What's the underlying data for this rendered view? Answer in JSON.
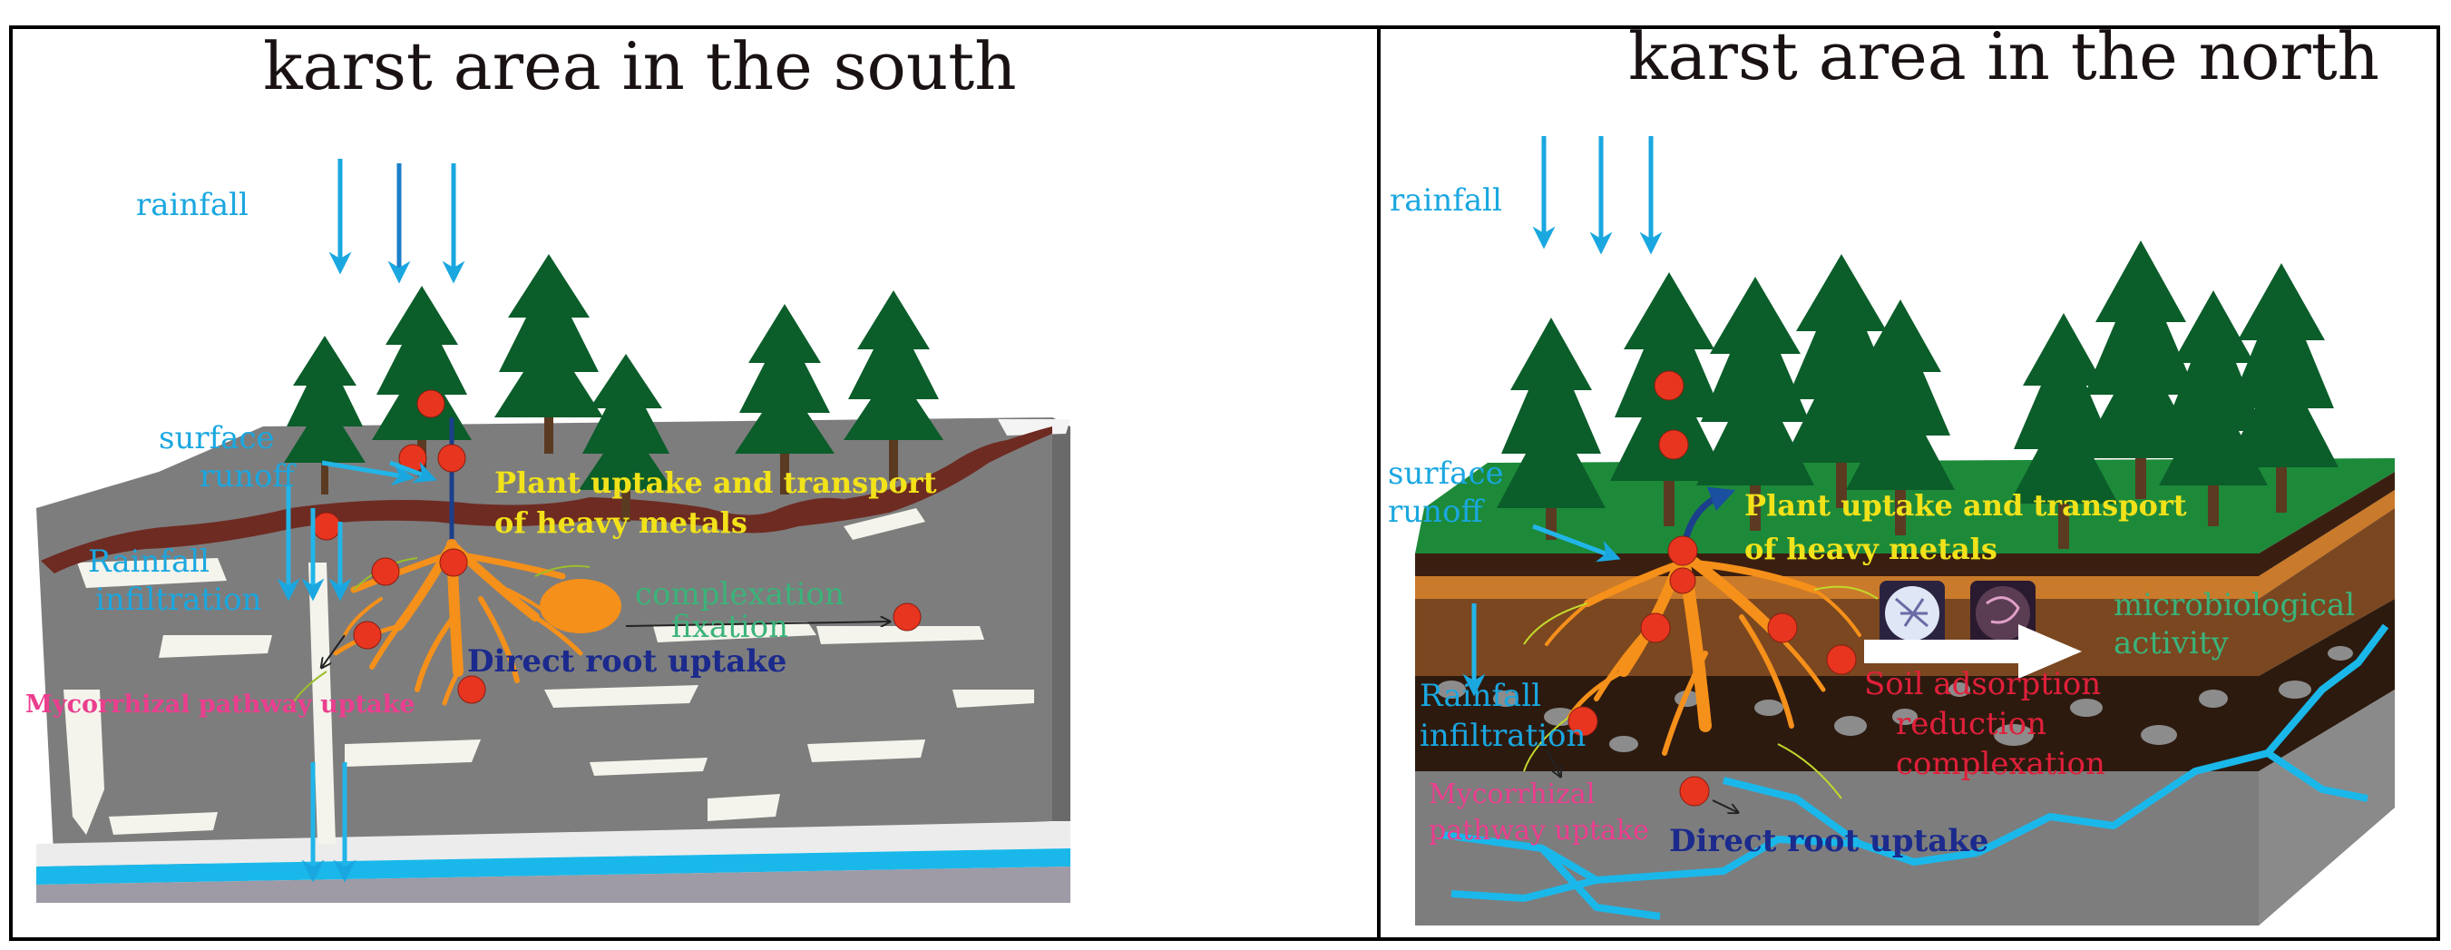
{
  "colors": {
    "rainfall": "#1aa7e0",
    "runoff": "#22b5e8",
    "plant_uptake": "#f2e21a",
    "complexation": "#3bb37a",
    "direct_root": "#1b2a8c",
    "mycorrhizal": "#ea3e8e",
    "soil_adsorption": "#e0203a",
    "rock": "#7d7d7d",
    "tree": "#0b5d2a",
    "root": "#f5901a",
    "metal": "#e8351f"
  },
  "south": {
    "title": "karst area in the south",
    "rainfall": "rainfall",
    "surface_runoff": [
      "surface",
      "runoff"
    ],
    "plant_uptake": [
      "Plant uptake and transport",
      "of heavy metals"
    ],
    "rainfall_infiltration": [
      "Rainfall",
      "infiltration"
    ],
    "complexation": [
      "complexation",
      "fixation"
    ],
    "direct_root": "Direct root uptake",
    "mycorrhizal": "Mycorrhizal pathway uptake"
  },
  "north": {
    "title": "karst area in the north",
    "rainfall": "rainfall",
    "surface_runoff": [
      "surface",
      "runoff"
    ],
    "plant_uptake": [
      "Plant uptake and transport",
      "of heavy metals"
    ],
    "microbiological": [
      "microbiological",
      "activity"
    ],
    "soil_adsorption": [
      "Soil adsorption",
      "reduction",
      "complexation"
    ],
    "rainfall_infiltration": [
      "Rainfall",
      "infiltration"
    ],
    "mycorrhizal": [
      "Mycorrhizal",
      "pathway uptake"
    ],
    "direct_root": "Direct root uptake"
  }
}
